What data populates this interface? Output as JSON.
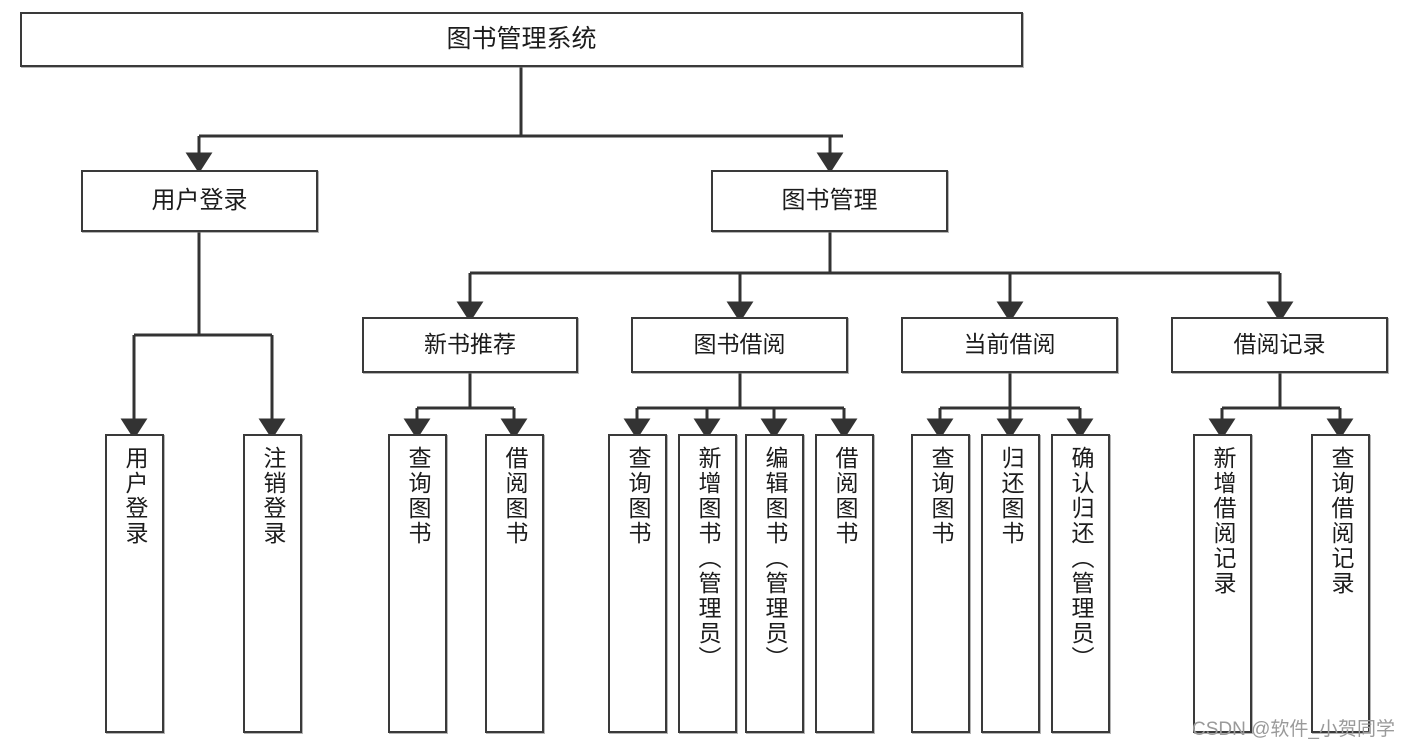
{
  "diagram": {
    "title": "图书管理系统",
    "watermark": "CSDN @软件_小贺同学",
    "colors": {
      "stroke": "#3a3a3a",
      "fill": "#ffffff",
      "text": "#1c1c1c",
      "watermark": "#9a9a9a"
    },
    "nodes": {
      "root": {
        "label": "图书管理系统"
      },
      "level2": [
        {
          "label": "用户登录"
        },
        {
          "label": "图书管理"
        }
      ],
      "level3": [
        {
          "label": "新书推荐"
        },
        {
          "label": "图书借阅"
        },
        {
          "label": "当前借阅"
        },
        {
          "label": "借阅记录"
        }
      ],
      "leaves": {
        "user_login": [
          {
            "label": "用户登录"
          },
          {
            "label": "注销登录"
          }
        ],
        "new_book": [
          {
            "label": "查询图书"
          },
          {
            "label": "借阅图书"
          }
        ],
        "book_borrow": [
          {
            "label": "查询图书"
          },
          {
            "label": "新增图书（管理员）"
          },
          {
            "label": "编辑图书（管理员）"
          },
          {
            "label": "借阅图书"
          }
        ],
        "current_borrow": [
          {
            "label": "查询图书"
          },
          {
            "label": "归还图书"
          },
          {
            "label": "确认归还（管理员）"
          }
        ],
        "borrow_record": [
          {
            "label": "新增借阅记录"
          },
          {
            "label": "查询借阅记录"
          }
        ]
      }
    }
  }
}
